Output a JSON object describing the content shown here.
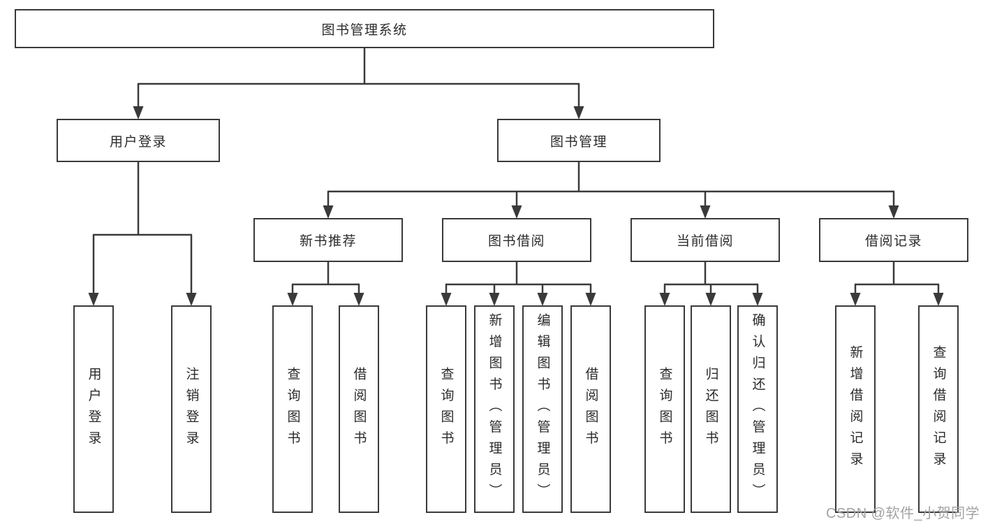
{
  "diagram": {
    "root": "图书管理系统",
    "branches": [
      {
        "label": "用户登录",
        "children": [
          "用户登录",
          "注销登录"
        ]
      },
      {
        "label": "图书管理",
        "children": [
          {
            "label": "新书推荐",
            "children": [
              "查询图书",
              "借阅图书"
            ]
          },
          {
            "label": "图书借阅",
            "children": [
              "查询图书",
              "新增图书（管理员）",
              "编辑图书（管理员）",
              "借阅图书"
            ]
          },
          {
            "label": "当前借阅",
            "children": [
              "查询图书",
              "归还图书",
              "确认归还（管理员）"
            ]
          },
          {
            "label": "借阅记录",
            "children": [
              "新增借阅记录",
              "查询借阅记录"
            ]
          }
        ]
      }
    ]
  },
  "colors": {
    "line": "#3a3a3a",
    "text": "#2b2b2b",
    "watermark": "#a3a3a3"
  },
  "watermark": "CSDN @软件_小贺同学"
}
